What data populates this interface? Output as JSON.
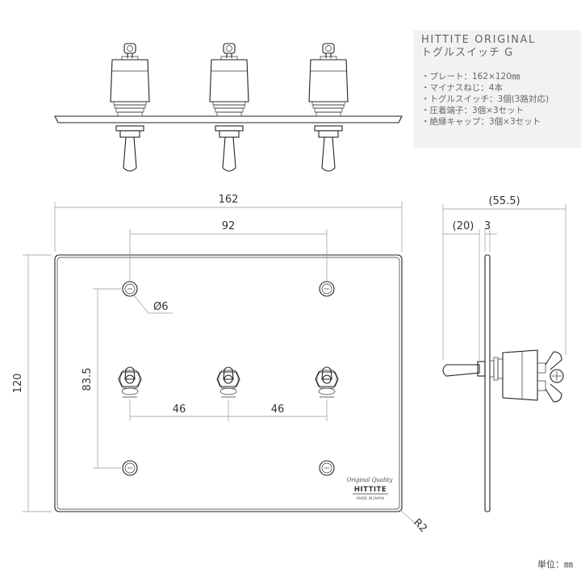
{
  "spec": {
    "brand": "HITTITE ORIGINAL",
    "product": "トグルスイッチ G",
    "items": [
      "・プレート：162×120㎜",
      "・マイナスねじ：4本",
      "・トグルスイッチ：3個(3路対応)",
      "・圧着端子：3個×3セット",
      "・絶縁キャップ：3個×3セット"
    ]
  },
  "dimensions": {
    "width": "162",
    "screw_span": "92",
    "height": "120",
    "screw_vertical": "83.5",
    "switch_pitch_left": "46",
    "switch_pitch_right": "46",
    "hole_diameter": "Ø6",
    "corner_radius": "R2",
    "side_total": "(55.5)",
    "side_front": "(20)",
    "side_plate": "3"
  },
  "plate_logo": {
    "script": "Original Quality",
    "name": "HITTITE",
    "origin": "MADE IN JAPAN"
  },
  "unit_label": "単位：㎜",
  "colors": {
    "line": "#222222",
    "dimension": "#999999",
    "panel": "#f2f2f2"
  }
}
